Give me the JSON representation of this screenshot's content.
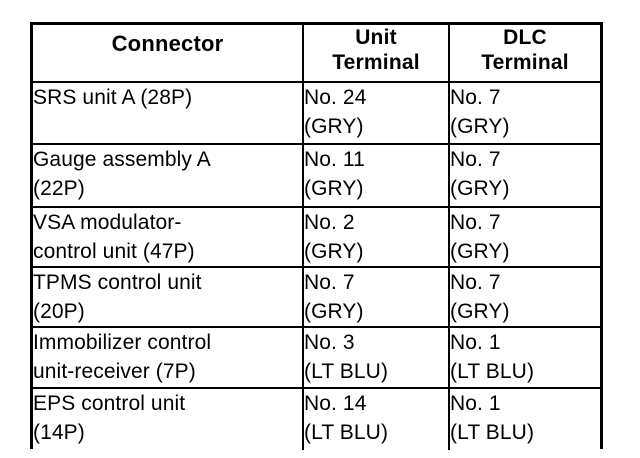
{
  "table": {
    "caption": "",
    "columns": [
      {
        "id": "connector",
        "lines": [
          "Connector"
        ]
      },
      {
        "id": "unit_terminal",
        "lines": [
          "Unit",
          "Terminal"
        ]
      },
      {
        "id": "dlc_terminal",
        "lines": [
          "DLC",
          "Terminal"
        ]
      }
    ],
    "rows": [
      {
        "id": "srs-unit-a",
        "connector": {
          "lines": [
            "SRS unit A (28P)"
          ]
        },
        "unit_terminal": {
          "lines": [
            "No. 24",
            "(GRY)"
          ]
        },
        "dlc_terminal": {
          "lines": [
            "No. 7",
            "(GRY)"
          ]
        }
      },
      {
        "id": "gauge-assembly-a",
        "connector": {
          "lines": [
            "Gauge assembly A",
            "(22P)"
          ]
        },
        "unit_terminal": {
          "lines": [
            "No. 11",
            "(GRY)"
          ]
        },
        "dlc_terminal": {
          "lines": [
            "No. 7",
            "(GRY)"
          ]
        }
      },
      {
        "id": "vsa-modulator-control-unit",
        "connector": {
          "lines": [
            "VSA modulator-",
            "control unit (47P)"
          ]
        },
        "unit_terminal": {
          "lines": [
            "No. 2",
            "(GRY)"
          ]
        },
        "dlc_terminal": {
          "lines": [
            "No. 7",
            "(GRY)"
          ]
        }
      },
      {
        "id": "tpms-control-unit",
        "connector": {
          "lines": [
            "TPMS control unit",
            "(20P)"
          ]
        },
        "unit_terminal": {
          "lines": [
            "No. 7",
            "(GRY)"
          ]
        },
        "dlc_terminal": {
          "lines": [
            "No. 7",
            "(GRY)"
          ]
        }
      },
      {
        "id": "immobilizer-control-unit-receiver",
        "connector": {
          "lines": [
            "Immobilizer control",
            "unit-receiver (7P)"
          ]
        },
        "unit_terminal": {
          "lines": [
            "No. 3",
            "(LT BLU)"
          ]
        },
        "dlc_terminal": {
          "lines": [
            "No. 1",
            "(LT BLU)"
          ]
        }
      },
      {
        "id": "eps-control-unit",
        "connector": {
          "lines": [
            "EPS control unit",
            "(14P)"
          ]
        },
        "unit_terminal": {
          "lines": [
            "No. 14",
            "(LT BLU)"
          ]
        },
        "dlc_terminal": {
          "lines": [
            "No. 1",
            "(LT BLU)"
          ]
        }
      }
    ]
  },
  "colors": {
    "ink": "#000000",
    "paper": "#ffffff"
  }
}
